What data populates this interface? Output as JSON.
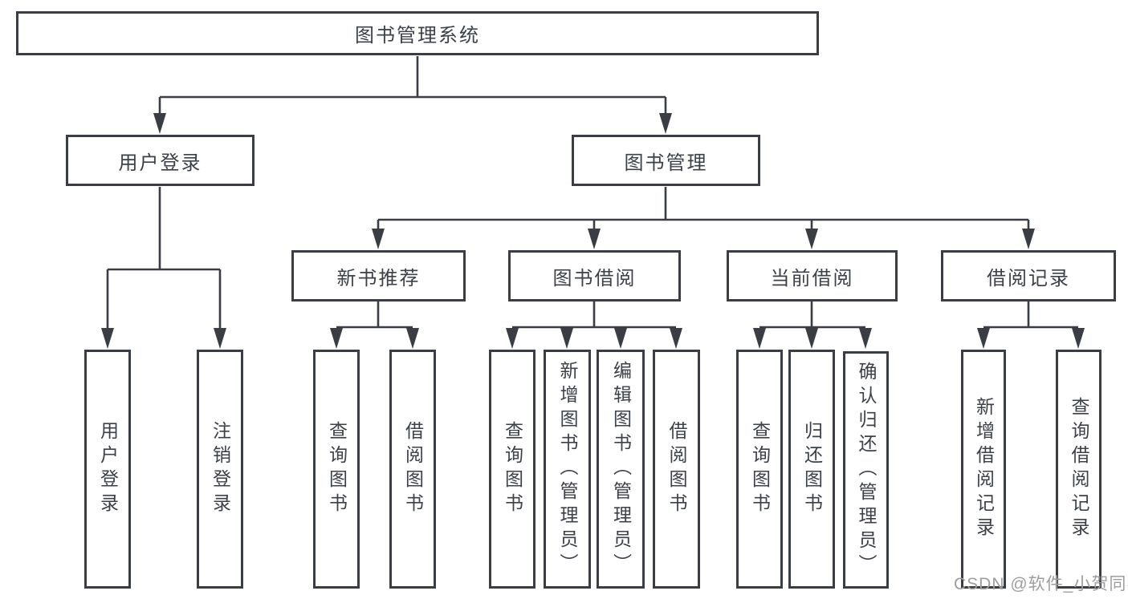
{
  "tree": {
    "root": "图书管理系统",
    "userLogin": {
      "label": "用户登录",
      "children": [
        "用户登录",
        "注销登录"
      ]
    },
    "bookMgmt": {
      "label": "图书管理",
      "groups": [
        {
          "label": "新书推荐",
          "children": [
            "查询图书",
            "借阅图书"
          ]
        },
        {
          "label": "图书借阅",
          "children": [
            "查询图书",
            "新增图书（管理员）",
            "编辑图书（管理员）",
            "借阅图书"
          ]
        },
        {
          "label": "当前借阅",
          "children": [
            "查询图书",
            "归还图书",
            "确认归还（管理员）"
          ]
        },
        {
          "label": "借阅记录",
          "children": [
            "新增借阅记录",
            "查询借阅记录"
          ]
        }
      ]
    }
  },
  "watermark": "CSDN @软件_小贺同学",
  "colors": {
    "line": "#3a3e44",
    "text": "#3c4148",
    "watermark": "#9e9e9e",
    "background": "#ffffff"
  }
}
